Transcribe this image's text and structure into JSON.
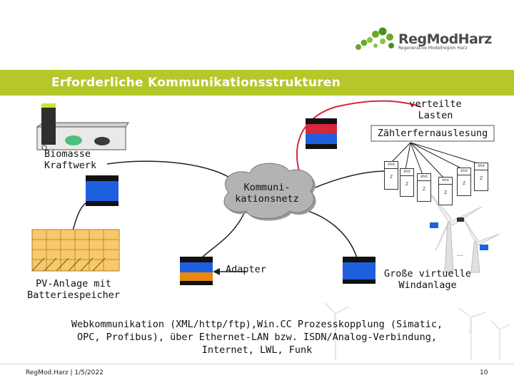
{
  "logo": {
    "name": "RegModHarz",
    "tagline": "Regenerative Modellregion Harz"
  },
  "title": "Erforderliche Kommunikationsstrukturen",
  "labels": {
    "distributed_loads": [
      "verteilte",
      "Lasten"
    ],
    "meter_reading": "Zählerfernauslesung",
    "biomass": [
      "Biomasse",
      "Kraftwerk"
    ],
    "network": [
      "Kommuni-",
      "kationsnetz"
    ],
    "pv": [
      "PV-Anlage mit",
      "Batteriespeicher"
    ],
    "adapter": "Adapter",
    "wind": [
      "Große virtuelle",
      "Windanlage"
    ],
    "ellipsis": "..."
  },
  "meter": {
    "top_label": "khd",
    "bottom_label": "Z"
  },
  "description": [
    "Webkommunikation (XML/http/ftp),Win.CC Prozesskopplung (Simatic,",
    "OPC, Profibus), über Ethernet-LAN bzw. ISDN/Analog-Verbindung,",
    "Internet, LWL, Funk"
  ],
  "footer": {
    "left": "RegMod.Harz | 1/5/2022",
    "page": "10"
  },
  "colors": {
    "accent": "#b5c729",
    "adapter_blue": "#1e5fe0",
    "cloud": "#b3b3b3",
    "link_red": "#d9263a",
    "logo_green": "#6aa82a"
  }
}
